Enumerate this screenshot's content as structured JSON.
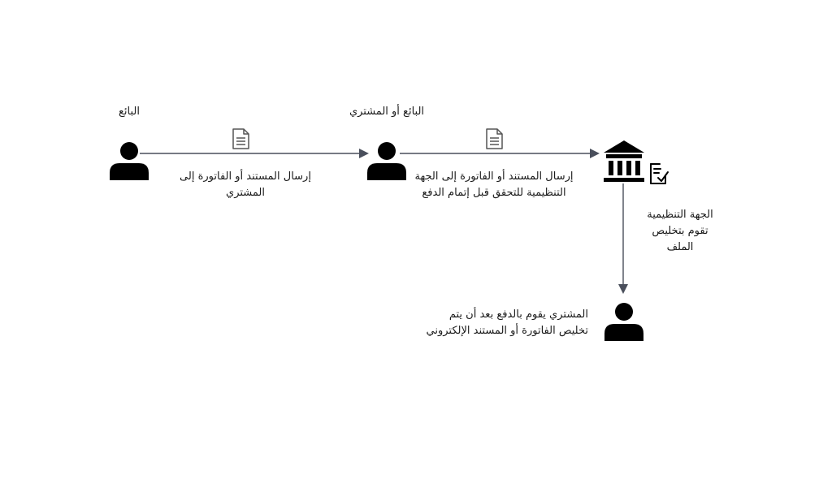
{
  "actors": {
    "seller": {
      "label": "البائع",
      "icon": "person-icon"
    },
    "seller_or_buyer": {
      "label": "البائع أو المشتري",
      "icon": "person-icon"
    },
    "regulator": {
      "icon": "bank-building-icon",
      "badge_icon": "document-check-icon"
    },
    "buyer": {
      "icon": "person-icon"
    }
  },
  "flows": {
    "step1": {
      "icon": "document-icon",
      "lines": [
        "إرسال المستند أو الفاتورة إلى",
        "المشتري"
      ]
    },
    "step2": {
      "icon": "document-icon",
      "lines": [
        "إرسال المستند أو الفاتورة إلى الجهة",
        "التنظيمية للتحقق قبل إتمام الدفع"
      ]
    },
    "step3": {
      "lines": [
        "الجهة التنظيمية",
        "تقوم بتخليص",
        "الملف"
      ]
    },
    "step4": {
      "lines": [
        "المشتري يقوم بالدفع بعد أن يتم",
        "تخليص الفاتورة أو المستند الإلكتروني"
      ]
    }
  },
  "colors": {
    "icon": "#000000",
    "arrow": "#4a4f5c",
    "text": "#1a1a1a",
    "doc_icon": "#555555"
  }
}
